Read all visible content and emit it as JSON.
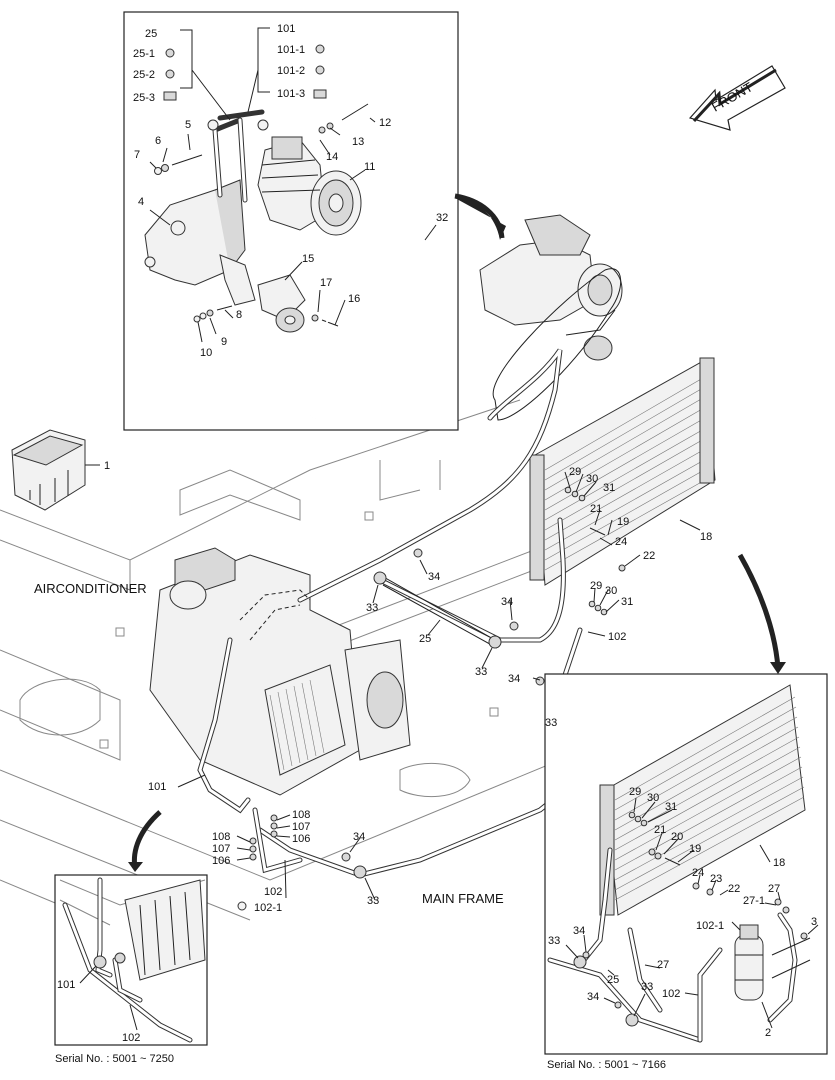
{
  "labels": {
    "frontArrow": "FRONT",
    "airconditioner": "AIRCONDITIONER",
    "mainFrame": "MAIN FRAME",
    "serialLeft": "Serial No. : 5001 ~ 7250",
    "serialRight": "Serial No. : 5001 ~ 7166"
  },
  "topBoxCallouts": {
    "c25": "25",
    "c25_1": "25-1",
    "c25_2": "25-2",
    "c25_3": "25-3",
    "c101": "101",
    "c101_1": "101-1",
    "c101_2": "101-2",
    "c101_3": "101-3",
    "c5": "5",
    "c6": "6",
    "c7": "7",
    "c4": "4",
    "c12": "12",
    "c13": "13",
    "c14": "14",
    "c11": "11",
    "c32": "32",
    "c15": "15",
    "c17": "17",
    "c16": "16",
    "c8": "8",
    "c9": "9",
    "c10": "10"
  },
  "mainCallouts": {
    "c1": "1",
    "c18": "18",
    "c29": "29",
    "c30": "30",
    "c31": "31",
    "c21": "21",
    "c19": "19",
    "c24": "24",
    "c22": "22",
    "c34a": "34",
    "c33a": "33",
    "c25m": "25",
    "c34b": "34",
    "c29b": "29",
    "c30b": "30",
    "c31b": "31",
    "c102": "102",
    "c33b": "33",
    "c34c": "34",
    "c33c": "33",
    "c101m": "101",
    "c108a": "108",
    "c107a": "107",
    "c106a": "106",
    "c108b": "108",
    "c107b": "107",
    "c106b": "106",
    "c34d": "34",
    "c102b": "102",
    "c102_1": "102-1",
    "c33d": "33"
  },
  "leftInsetCallouts": {
    "c101": "101",
    "c102": "102"
  },
  "rightInsetCallouts": {
    "c29": "29",
    "c30": "30",
    "c31": "31",
    "c21": "21",
    "c20": "20",
    "c19": "19",
    "c18": "18",
    "c24": "24",
    "c23": "23",
    "c22": "22",
    "c27": "27",
    "c27_1": "27-1",
    "c3": "3",
    "c102_1": "102-1",
    "c33": "33",
    "c34": "34",
    "c25": "25",
    "c27b": "27",
    "c102": "102",
    "c33b": "33",
    "c34b": "34",
    "c2": "2"
  }
}
